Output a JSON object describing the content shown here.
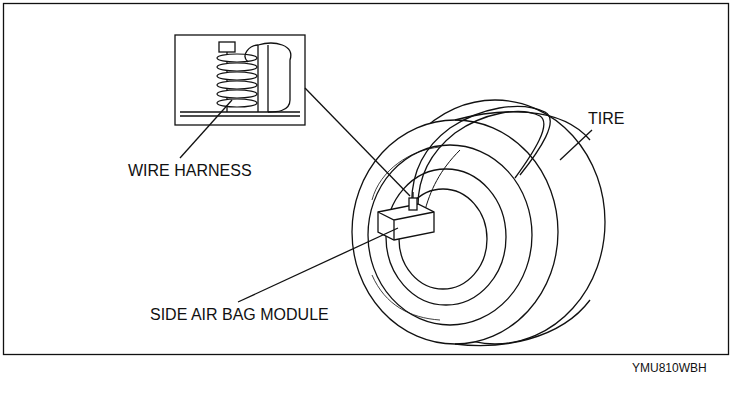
{
  "diagram": {
    "labels": [
      "WIRE HARNESS",
      "SIDE AIR BAG MODULE",
      "TIRE",
      "YMU810WBH"
    ]
  }
}
